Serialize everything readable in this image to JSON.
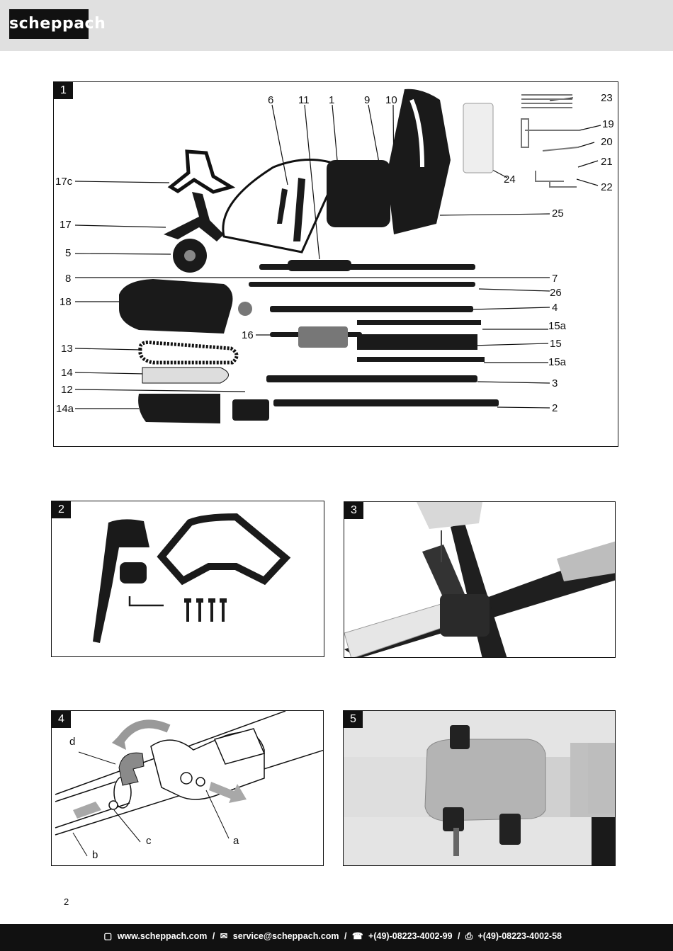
{
  "header": {
    "logo_text": "scheppach"
  },
  "figure1": {
    "number": "1",
    "labels": {
      "l6": "6",
      "l11": "11",
      "l1": "1",
      "l9": "9",
      "l10": "10",
      "l23": "23",
      "l19": "19",
      "l20": "20",
      "l21": "21",
      "l22": "22",
      "l24": "24",
      "l25": "25",
      "l17c": "17c",
      "l17": "17",
      "l5": "5",
      "l8": "8",
      "l7": "7",
      "l26": "26",
      "l18": "18",
      "l4": "4",
      "l16": "16",
      "l15a_top": "15a",
      "l15": "15",
      "l15a_bot": "15a",
      "l13": "13",
      "l14": "14",
      "l3": "3",
      "l12": "12",
      "l14a": "14a",
      "l2": "2"
    }
  },
  "figure2": {
    "number": "2"
  },
  "figure3": {
    "number": "3"
  },
  "figure4": {
    "number": "4",
    "labels": {
      "d": "d",
      "c": "c",
      "b": "b",
      "a": "a"
    }
  },
  "figure5": {
    "number": "5"
  },
  "page_number": "2",
  "footer": {
    "website": "www.scheppach.com",
    "email": "service@scheppach.com",
    "phone": "+(49)-08223-4002-99",
    "fax": "+(49)-08223-4002-58",
    "separator": "/"
  }
}
